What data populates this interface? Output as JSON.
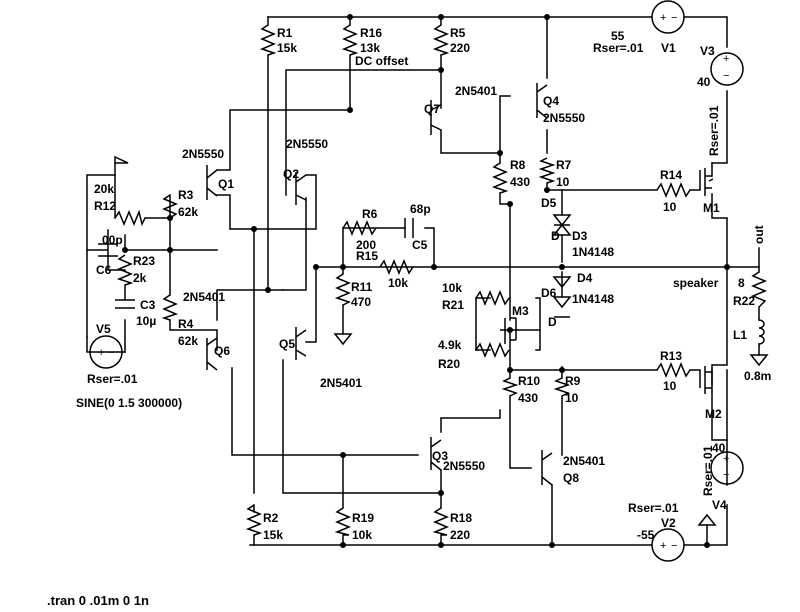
{
  "circuit": {
    "resistors": [
      {
        "ref": "R1",
        "value": "15k"
      },
      {
        "ref": "R16",
        "value": "13k",
        "note": "DC offset"
      },
      {
        "ref": "R5",
        "value": "220"
      },
      {
        "ref": "R12",
        "value": "20k"
      },
      {
        "ref": "R3",
        "value": "62k"
      },
      {
        "ref": "R23",
        "value": "2k"
      },
      {
        "ref": "R4",
        "value": "62k"
      },
      {
        "ref": "R6",
        "value": "200"
      },
      {
        "ref": "R15",
        "value": "10k"
      },
      {
        "ref": "R11",
        "value": "470"
      },
      {
        "ref": "R8",
        "value": "430"
      },
      {
        "ref": "R7",
        "value": "10"
      },
      {
        "ref": "R14",
        "value": "10"
      },
      {
        "ref": "R21",
        "value": "10k"
      },
      {
        "ref": "R20",
        "value": "4.9k"
      },
      {
        "ref": "R10",
        "value": "430"
      },
      {
        "ref": "R9",
        "value": "10"
      },
      {
        "ref": "R13",
        "value": "10"
      },
      {
        "ref": "R22",
        "value": "8",
        "note": "speaker"
      },
      {
        "ref": "R2",
        "value": "15k"
      },
      {
        "ref": "R19",
        "value": "10k"
      },
      {
        "ref": "R18",
        "value": "220"
      }
    ],
    "capacitors": [
      {
        "ref": "C6",
        "value": "00p"
      },
      {
        "ref": "C3",
        "value": "10µ"
      },
      {
        "ref": "C5",
        "value": "68p"
      }
    ],
    "inductors": [
      {
        "ref": "L1",
        "value": "0.8m"
      }
    ],
    "transistors": [
      {
        "ref": "Q1",
        "model": "2N5550"
      },
      {
        "ref": "Q2",
        "model": "2N5550"
      },
      {
        "ref": "Q3",
        "model": "2N5550"
      },
      {
        "ref": "Q4",
        "model": "2N5550"
      },
      {
        "ref": "Q5",
        "model": "2N5401"
      },
      {
        "ref": "Q6",
        "model": "2N5401"
      },
      {
        "ref": "Q7",
        "model": "2N5401"
      },
      {
        "ref": "Q8",
        "model": "2N5401"
      },
      {
        "ref": "M1"
      },
      {
        "ref": "M2"
      },
      {
        "ref": "M3"
      }
    ],
    "diodes": [
      {
        "ref": "D5",
        "model": "D"
      },
      {
        "ref": "D3",
        "model": "1N4148"
      },
      {
        "ref": "D4",
        "model": "1N4148"
      },
      {
        "ref": "D6",
        "model": "D"
      }
    ],
    "sources": [
      {
        "ref": "V1",
        "value": "55",
        "param": "Rser=.01"
      },
      {
        "ref": "V2",
        "value": "-55",
        "param": "Rser=.01"
      },
      {
        "ref": "V3",
        "value": "40",
        "param": "Rser=.01"
      },
      {
        "ref": "V4",
        "value": "40",
        "param": "Rser=.01"
      },
      {
        "ref": "V5",
        "param": "Rser=.01",
        "waveform": "SINE(0 1.5 300000)"
      }
    ],
    "net_label": "out",
    "directive": ".tran 0 .01m 0 1n"
  }
}
